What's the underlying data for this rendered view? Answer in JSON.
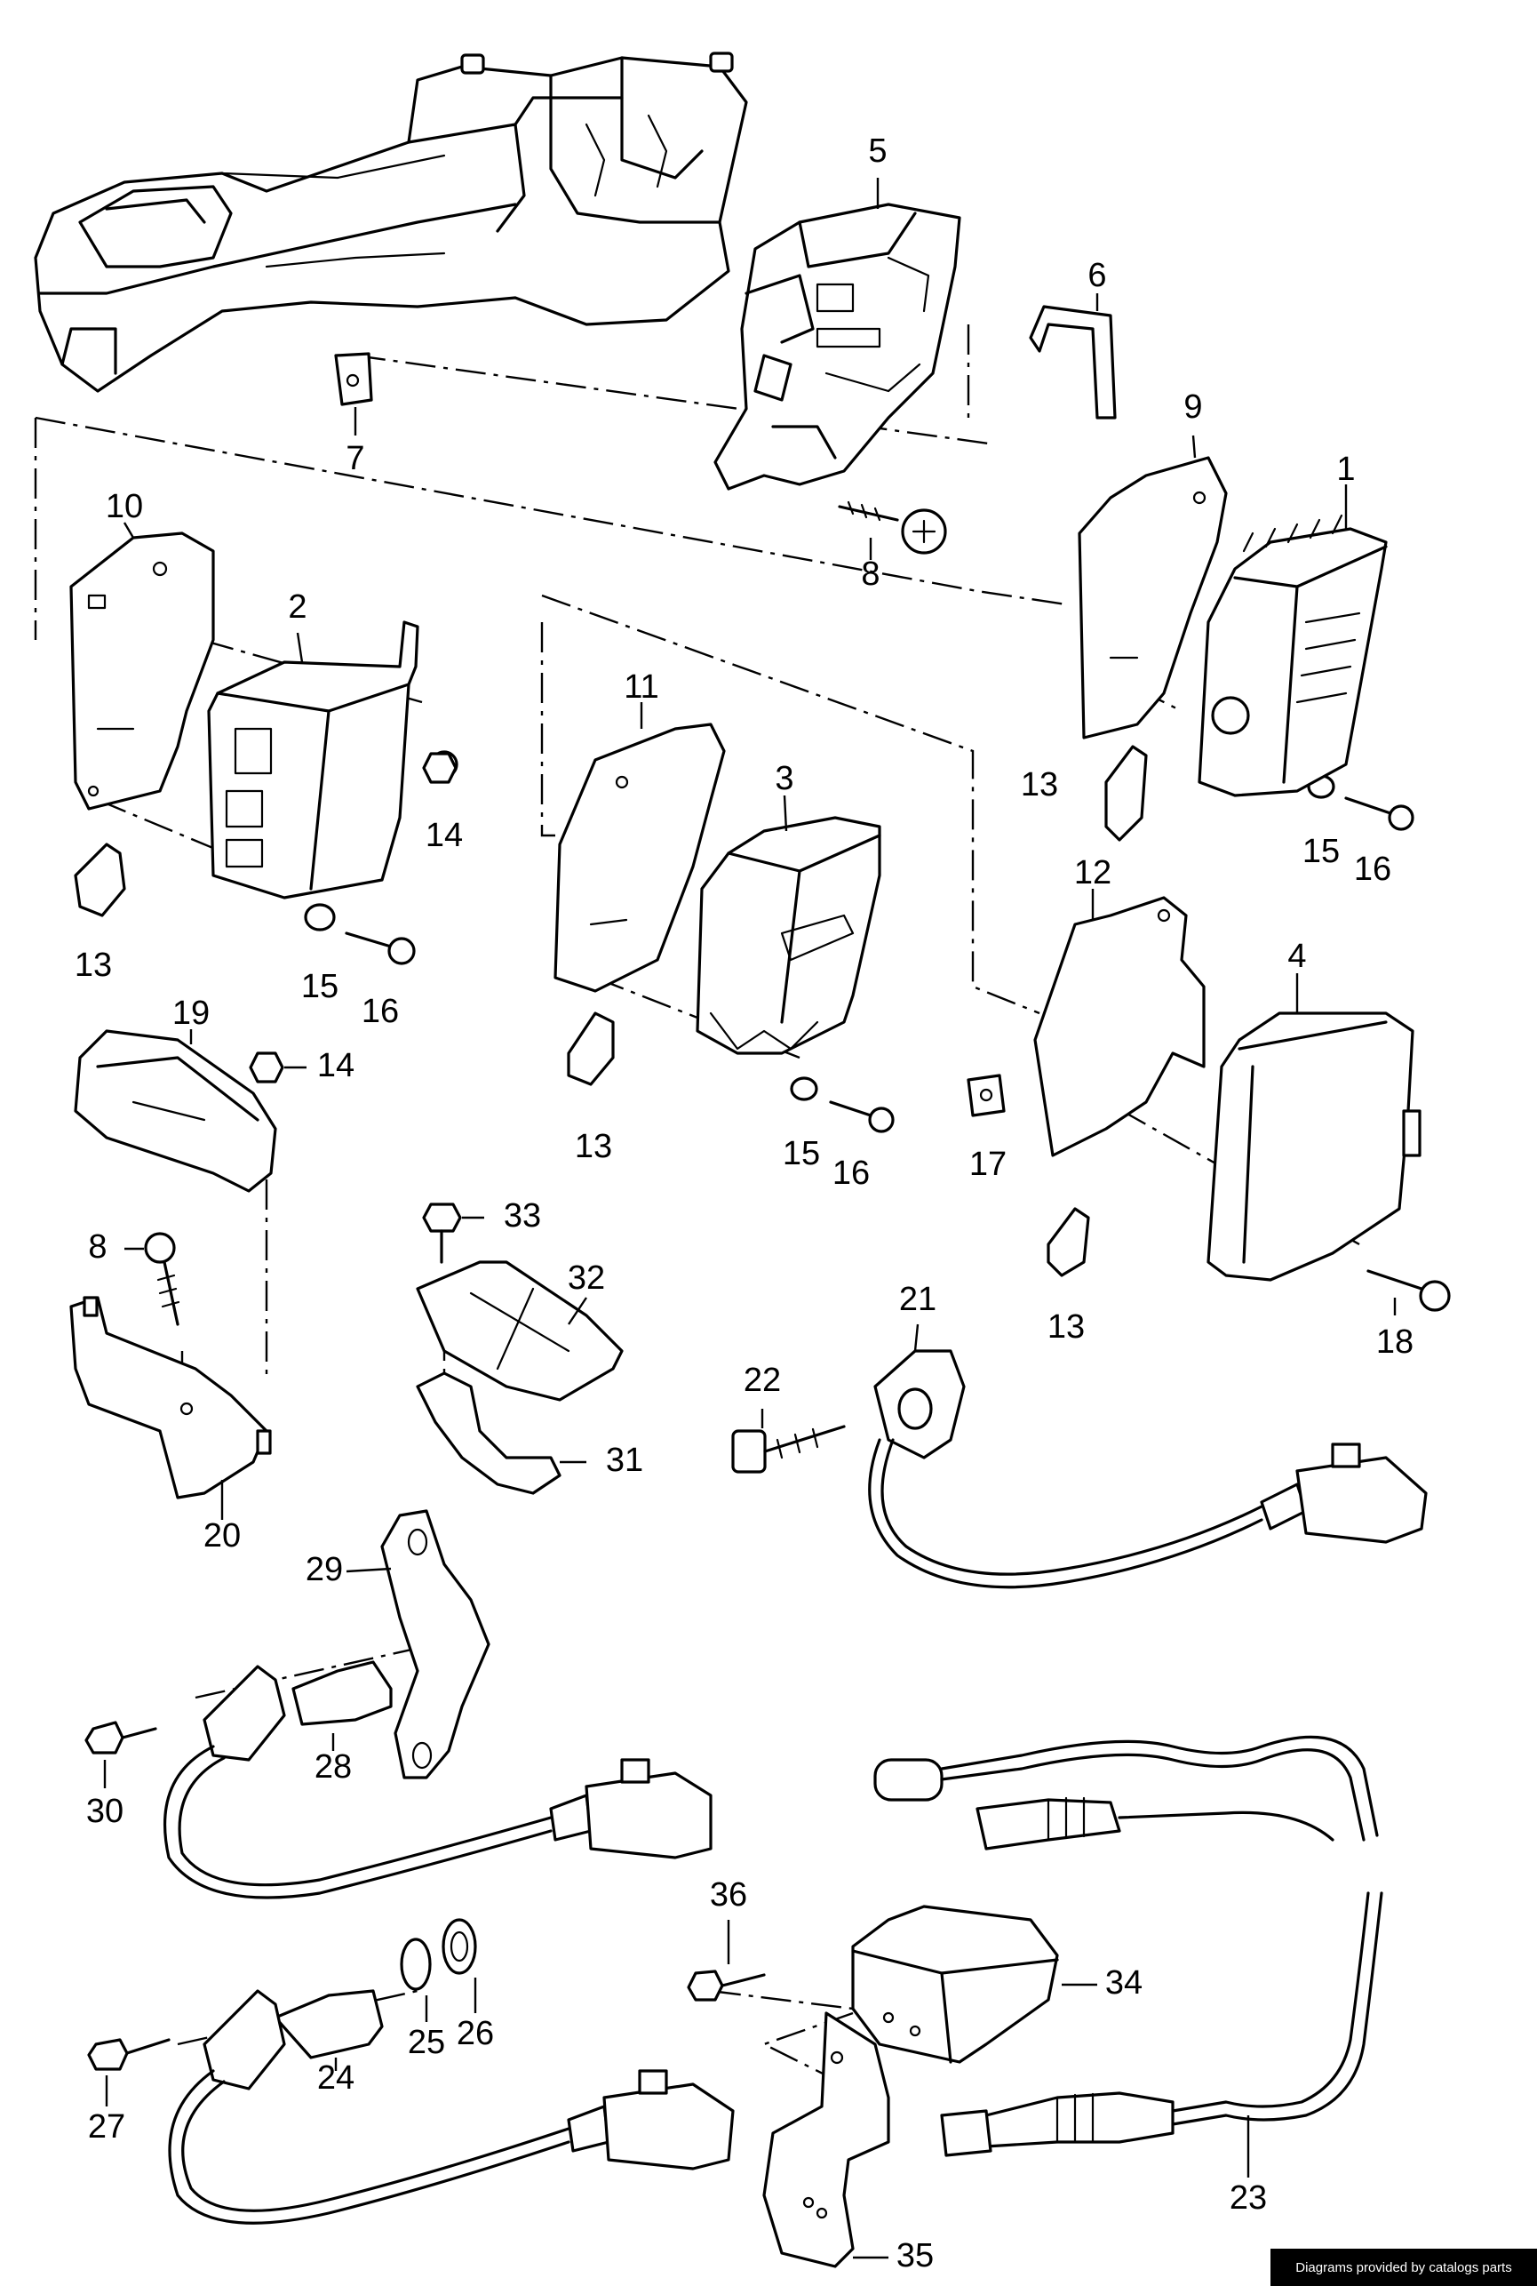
{
  "labels": {
    "l1": "1",
    "l2": "2",
    "l3": "3",
    "l4": "4",
    "l5": "5",
    "l6": "6",
    "l7": "7",
    "l8a": "8",
    "l8b": "8",
    "l9": "9",
    "l10": "10",
    "l11": "11",
    "l12": "12",
    "l13a": "13",
    "l13b": "13",
    "l13c": "13",
    "l13d": "13",
    "l14a": "14",
    "l14b": "14",
    "l15a": "15",
    "l15b": "15",
    "l15c": "15",
    "l16a": "16",
    "l16b": "16",
    "l16c": "16",
    "l17": "17",
    "l18": "18",
    "l19": "19",
    "l20": "20",
    "l21": "21",
    "l22": "22",
    "l23": "23",
    "l24": "24",
    "l25": "25",
    "l26": "26",
    "l27": "27",
    "l28": "28",
    "l29": "29",
    "l30": "30",
    "l31": "31",
    "l32": "32",
    "l33": "33",
    "l34": "34",
    "l35": "35",
    "l36": "36"
  },
  "credit": "Diagrams provided by catalogs parts"
}
